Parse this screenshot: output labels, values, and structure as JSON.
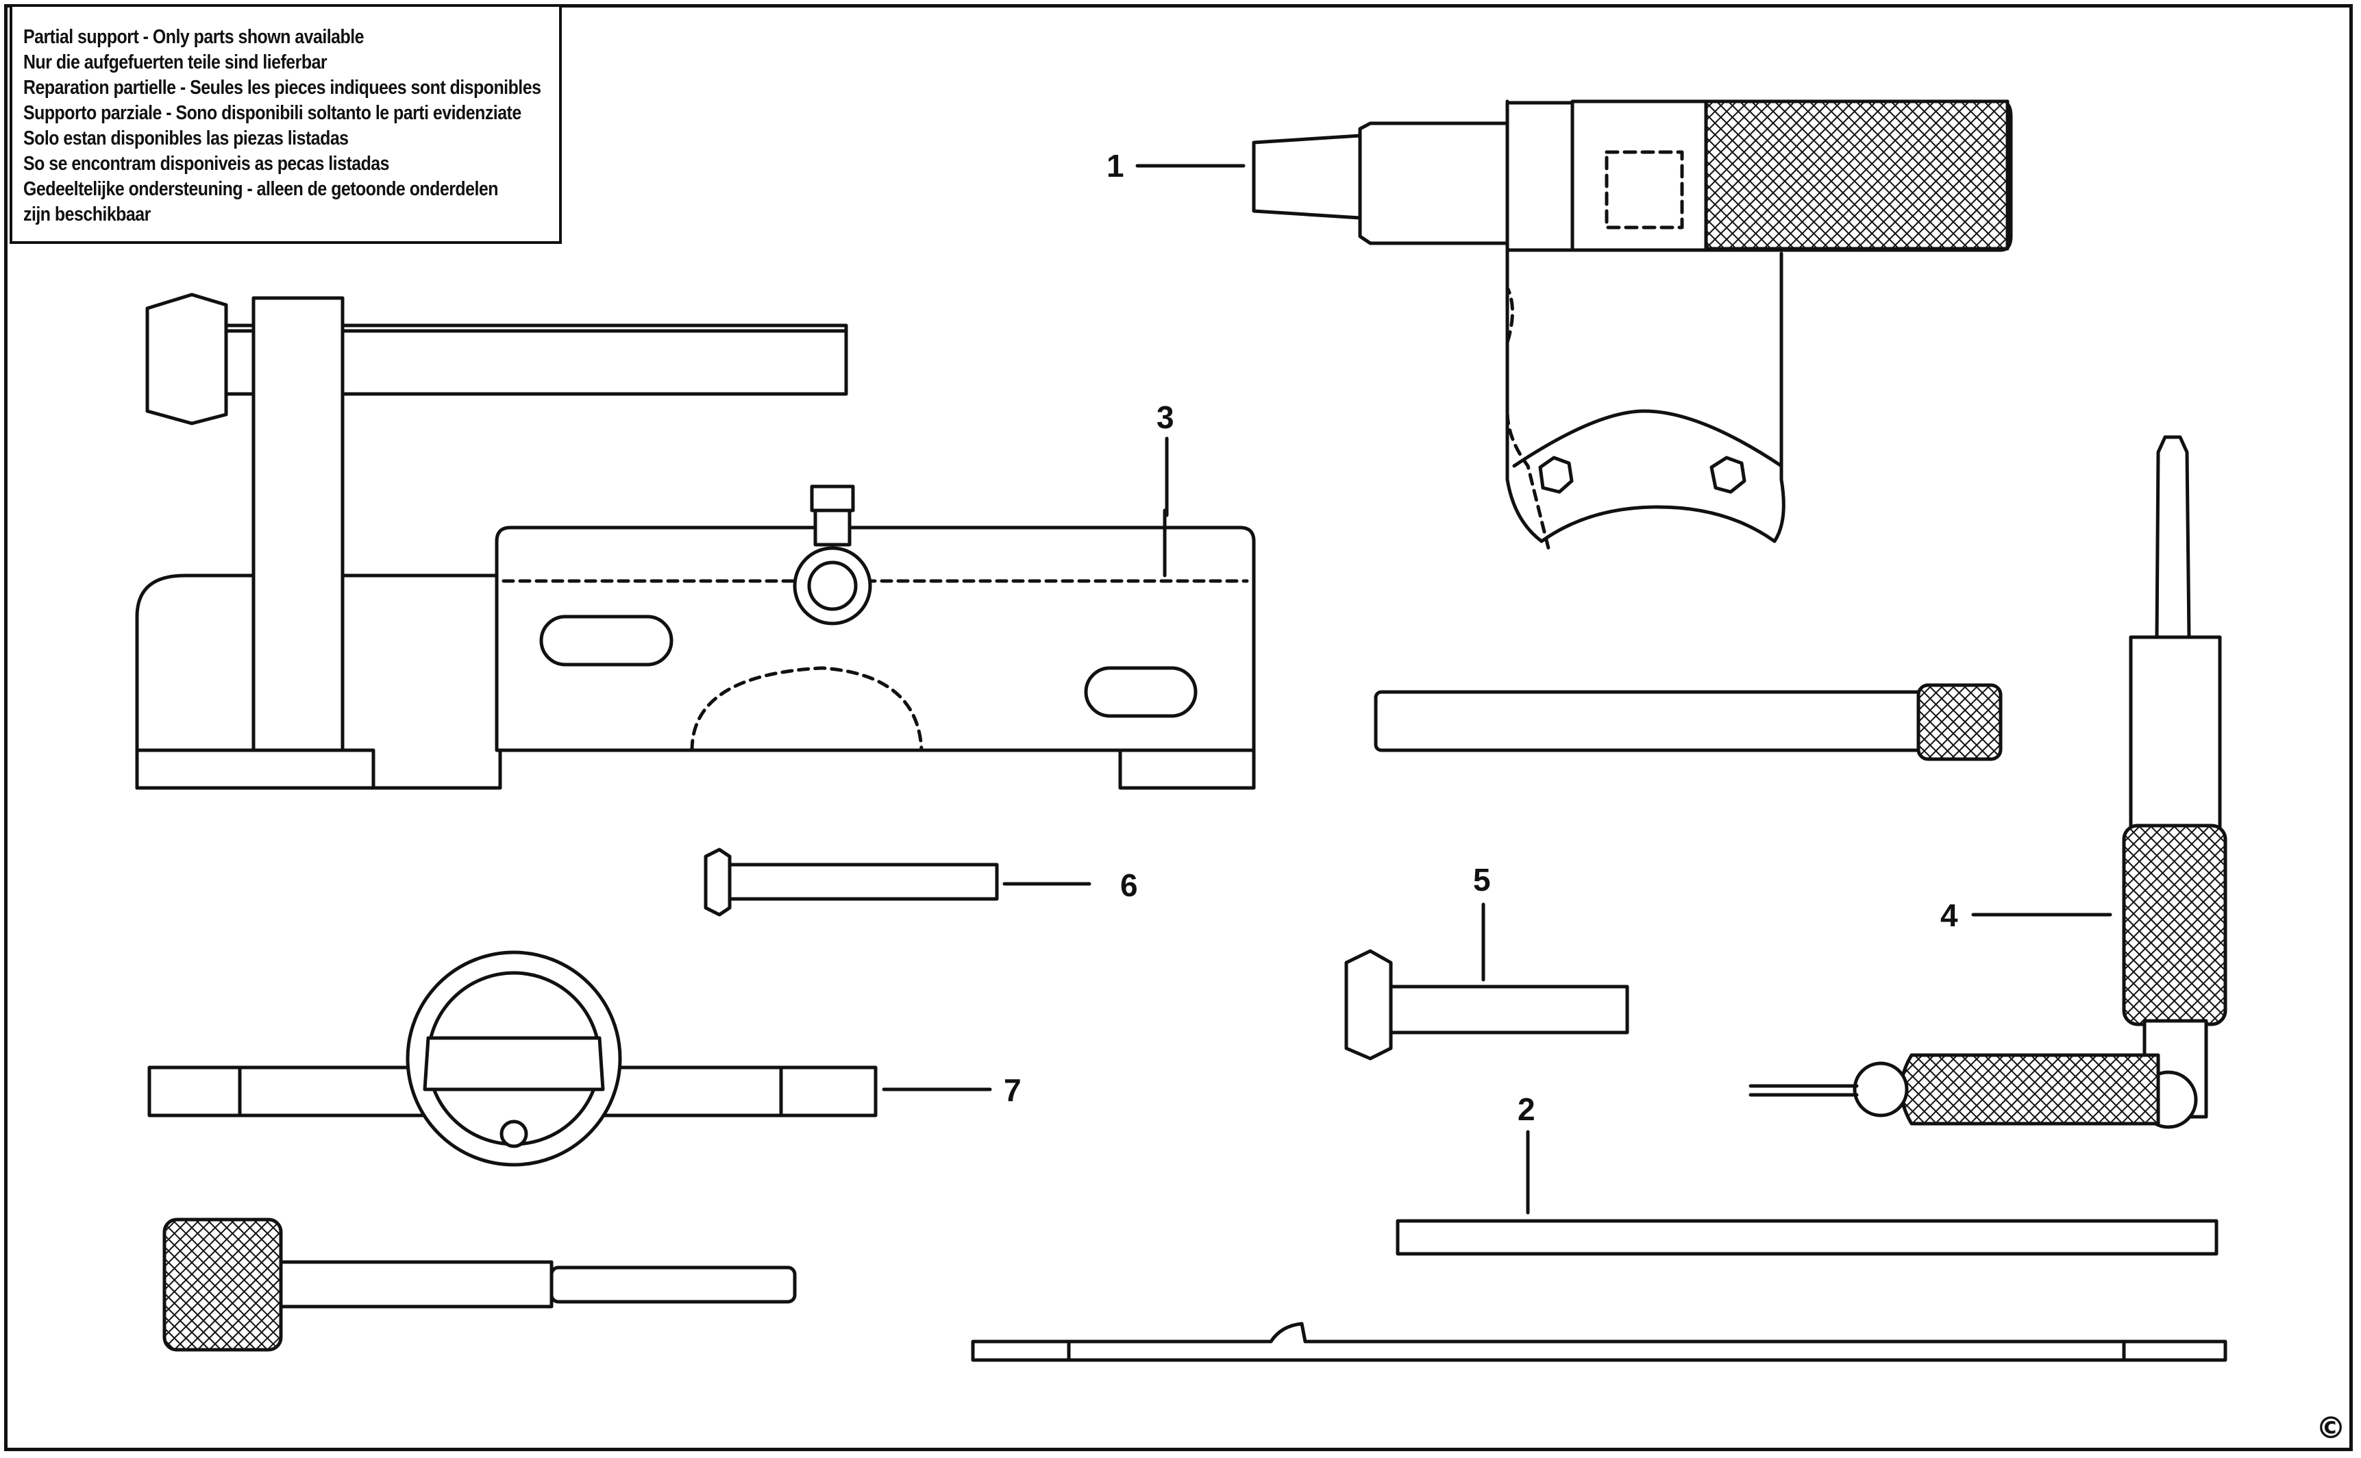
{
  "notice": {
    "lines": [
      "Partial support - Only parts shown available",
      "Nur die aufgefuerten teile sind lieferbar",
      "Reparation partielle - Seules les pieces indiquees sont disponibles",
      "Supporto parziale - Sono disponibili soltanto le parti evidenziate",
      "Solo estan disponibles las piezas listadas",
      "So se encontram disponiveis as pecas listadas",
      "Gedeeltelijke ondersteuning - alleen de getoonde onderdelen",
      "zijn beschikbaar"
    ]
  },
  "callouts": {
    "part_1": "1",
    "part_2": "2",
    "part_3": "3",
    "part_4": "4",
    "part_5": "5",
    "part_6": "6",
    "part_7": "7"
  },
  "copyright": "©",
  "colors": {
    "ink": "#111111",
    "paper": "#ffffff"
  }
}
